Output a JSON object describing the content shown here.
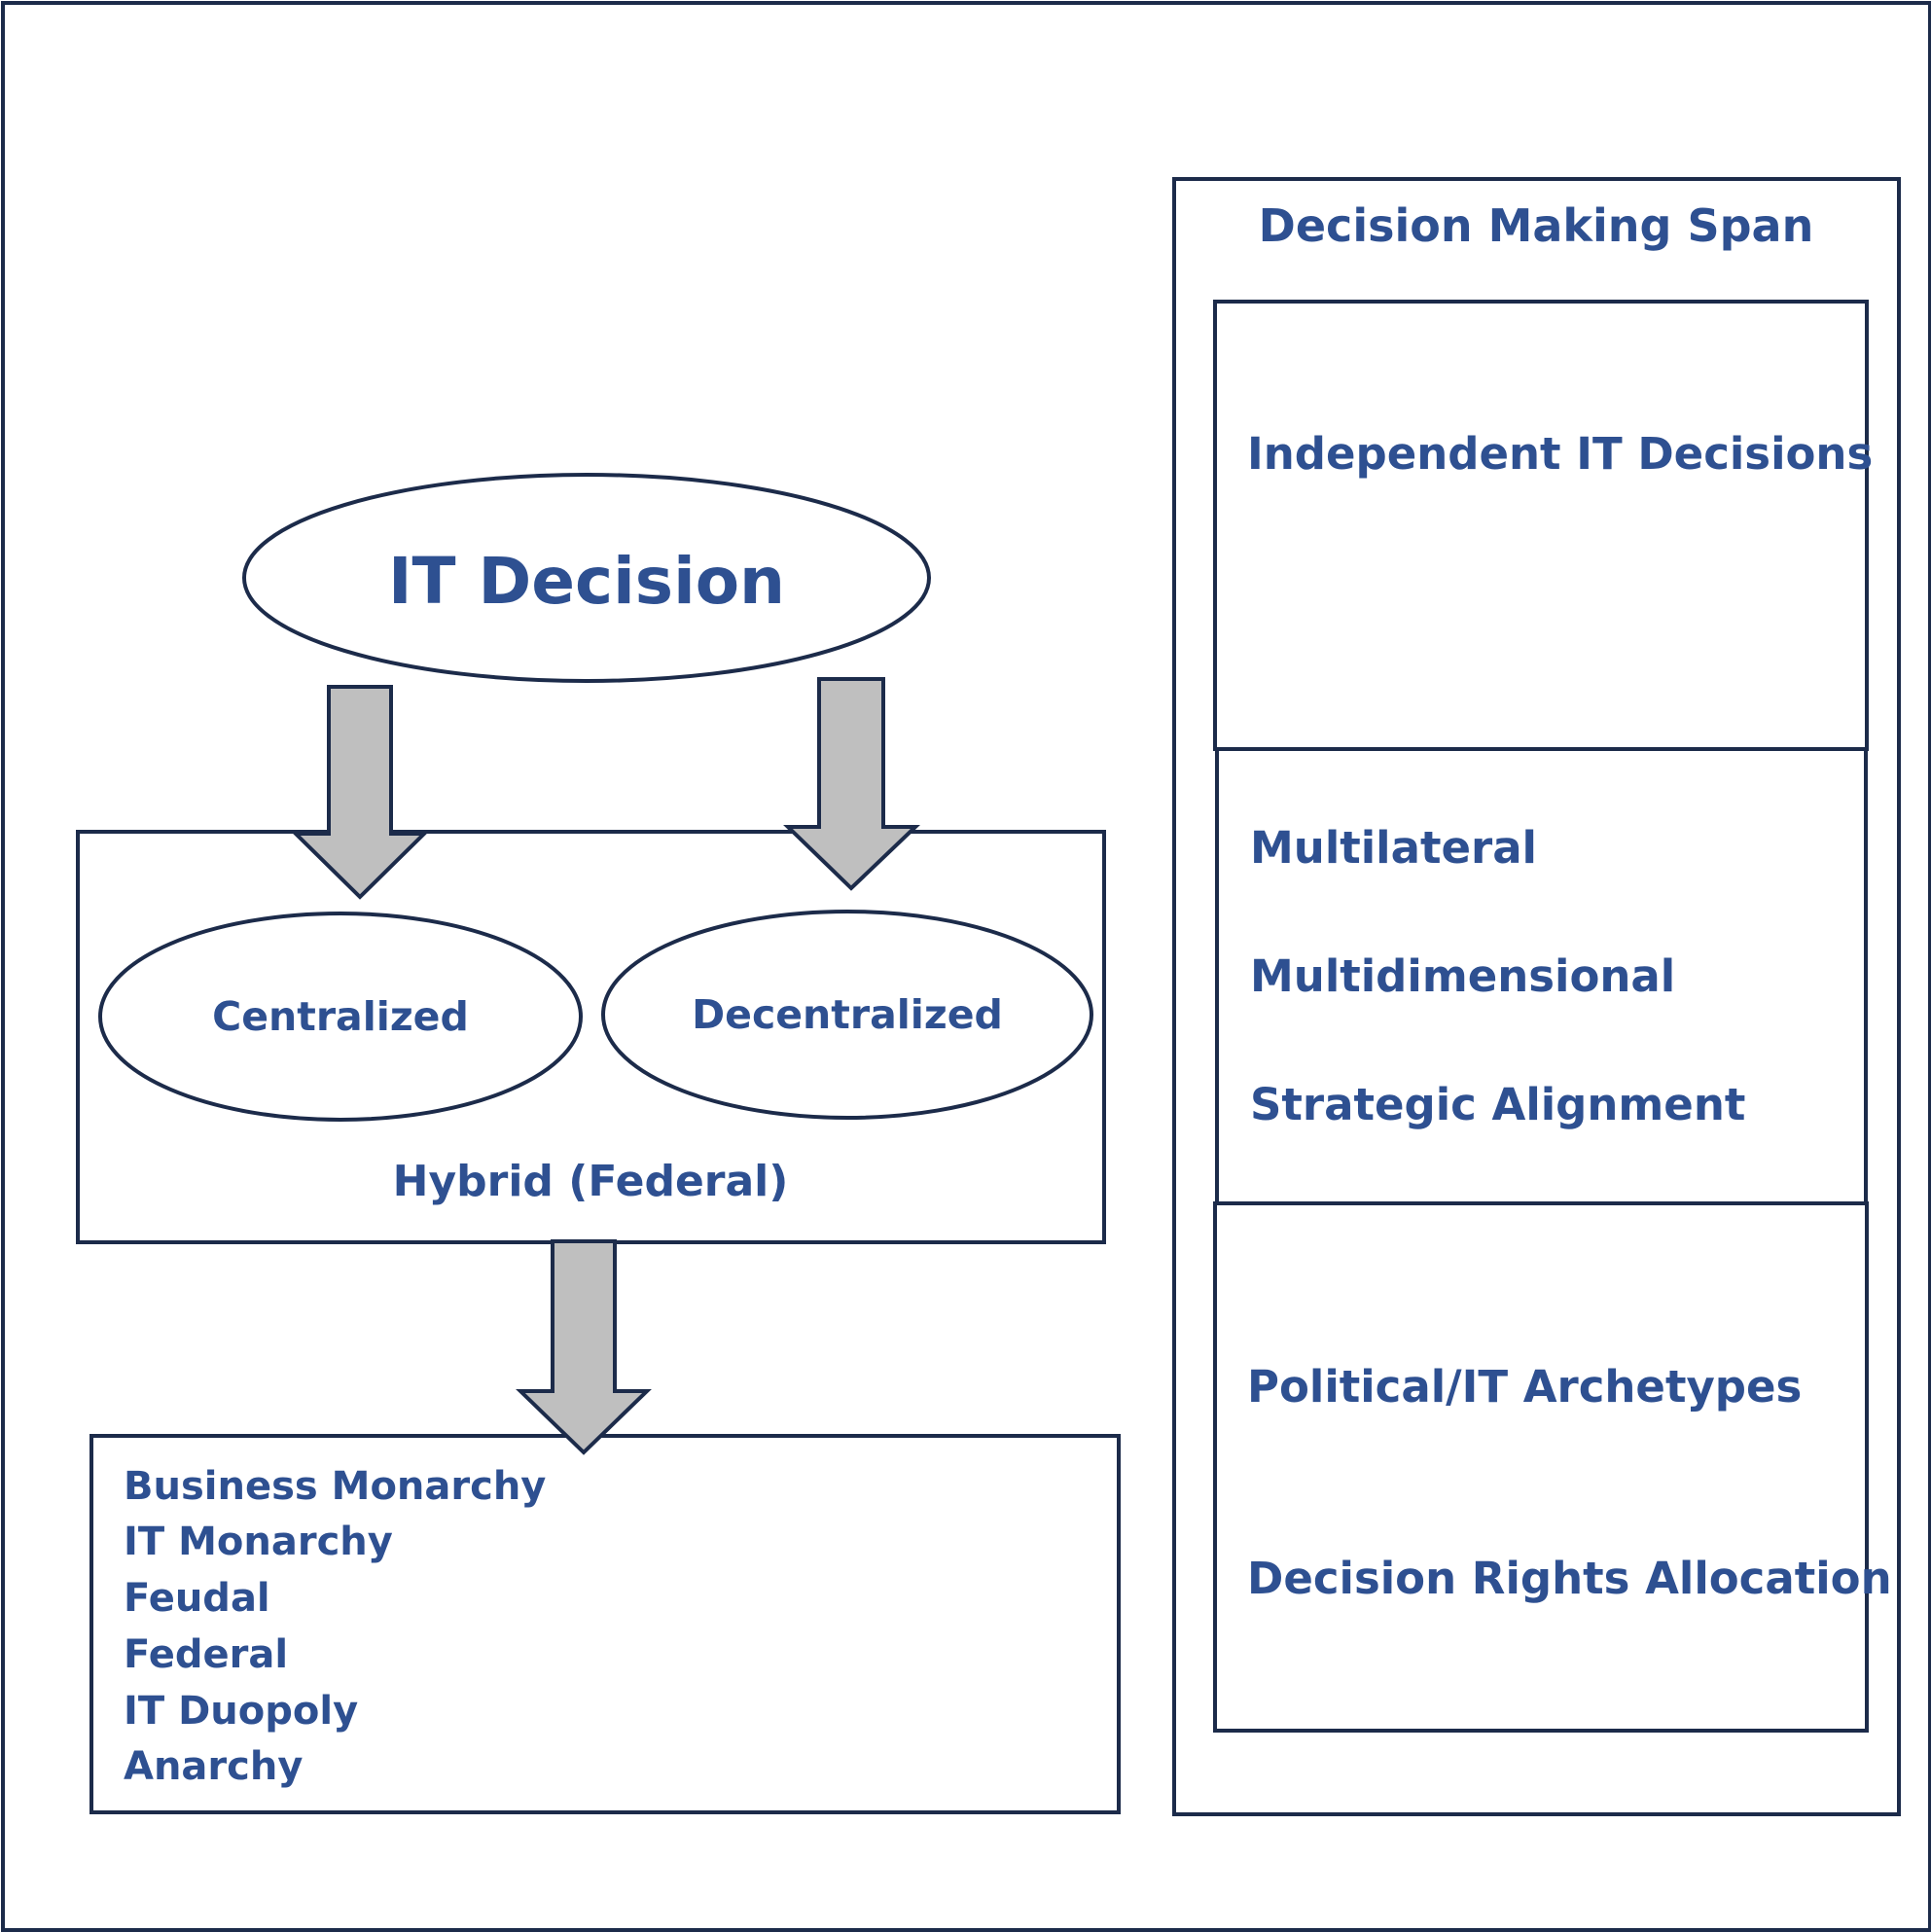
{
  "diagram": {
    "root": "IT Decision",
    "centralized": "Centralized",
    "decentralized": "Decentralized",
    "hybrid": "Hybrid (Federal)",
    "archetypes": [
      "Business Monarchy",
      "IT Monarchy",
      "Feudal",
      "Federal",
      "IT Duopoly",
      "Anarchy"
    ]
  },
  "span_panel": {
    "title": "Decision Making Span",
    "section1": "Independent IT Decisions",
    "section2": [
      "Multilateral",
      "Multidimensional",
      "Strategic Alignment"
    ],
    "section3": [
      "Political/IT Archetypes",
      "Decision Rights Allocation"
    ]
  },
  "colors": {
    "text": "#2e5091",
    "stroke": "#1c2b4a",
    "arrow_fill": "#bfbfbf"
  }
}
